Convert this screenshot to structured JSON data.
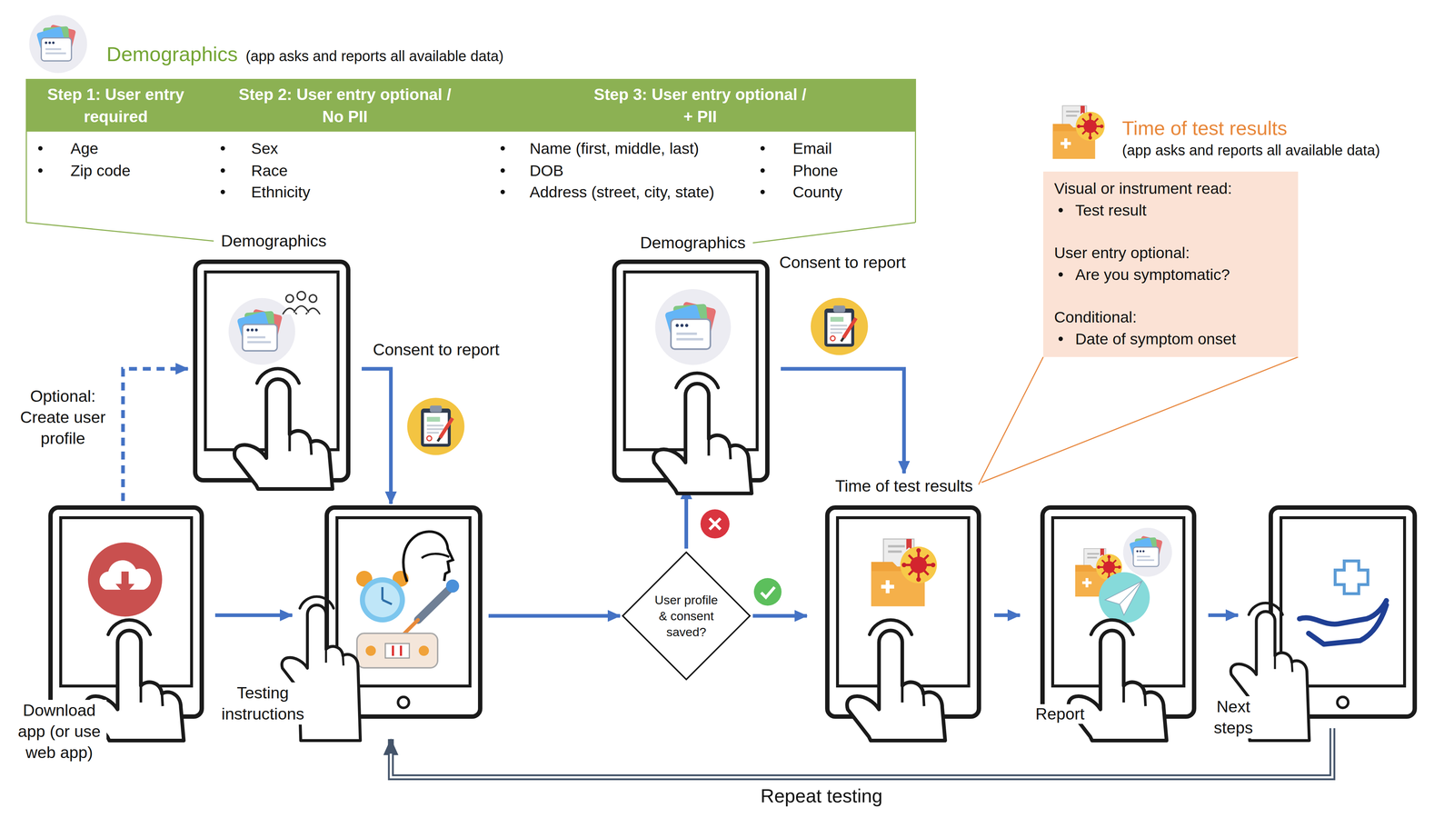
{
  "diagram": {
    "nodes": [
      {
        "text": [
          "Demographics",
          "(app asks and reports all available data)"
        ]
      },
      {
        "text": [
          "Step 1: User entry required",
          "Age",
          "Zip code"
        ],
        "in": 0
      },
      {
        "text": [
          "Step 2: User entry optional / No PII",
          "Sex",
          "Race",
          "Ethnicity"
        ],
        "in": 0
      },
      {
        "text": [
          "Step 3: User entry optional / + PII",
          "Name (first, middle, last)",
          "DOB",
          "Address (street, city, state)",
          "Email",
          "Phone",
          "County"
        ],
        "in": 0
      },
      {
        "text": [
          "Time of test results",
          "(app asks and reports all available data)",
          "Visual or instrument read:",
          "Test result",
          "User entry optional:",
          "Are you symptomatic?",
          "Conditional:",
          "Date of symptom onset"
        ]
      },
      {
        "text": [
          "Download app (or use web app)"
        ]
      },
      {
        "text": [
          "Demographics"
        ]
      },
      {
        "text": [
          "Testing instructions"
        ]
      },
      {
        "text": [
          "User profile & consent saved?"
        ]
      },
      {
        "text": [
          "Demographics"
        ]
      },
      {
        "text": [
          "Time of test results"
        ]
      },
      {
        "text": [
          "Report"
        ]
      },
      {
        "text": [
          "Next steps"
        ]
      }
    ],
    "edges": [
      {
        "from": 5,
        "to": 6,
        "label": "Optional: Create user profile",
        "arrow": "to"
      },
      {
        "from": 5,
        "to": 7,
        "arrow": "to"
      },
      {
        "from": 6,
        "to": 7,
        "label": "Consent to report",
        "arrow": "to"
      },
      {
        "from": 7,
        "to": 8,
        "arrow": "to"
      },
      {
        "from": 8,
        "to": 9,
        "arrow": "to"
      },
      {
        "from": 8,
        "to": 10,
        "arrow": "to"
      },
      {
        "from": 9,
        "to": 10,
        "label": "Consent to report",
        "arrow": "to"
      },
      {
        "from": 10,
        "to": 11,
        "arrow": "to"
      },
      {
        "from": 11,
        "to": 12,
        "arrow": "to"
      },
      {
        "from": 12,
        "to": 7,
        "label": "Repeat testing",
        "arrow": "to"
      },
      {
        "from": 0,
        "to": 6,
        "arrow": "none"
      },
      {
        "from": 0,
        "to": 9,
        "arrow": "none"
      },
      {
        "from": 4,
        "to": 10,
        "arrow": "none"
      }
    ]
  }
}
